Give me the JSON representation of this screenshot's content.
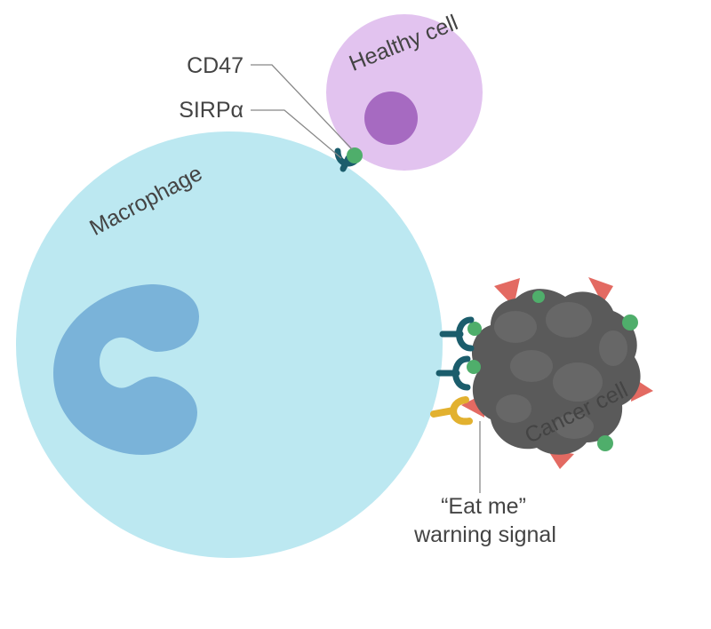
{
  "labels": {
    "healthy_cell": "Healthy cell",
    "macrophage": "Macrophage",
    "cancer_cell": "Cancer cell",
    "cd47": "CD47",
    "sirpa": "SIRPα",
    "eat_me_line1": "“Eat me”",
    "eat_me_line2": "warning signal"
  },
  "colors": {
    "macrophage": "#bce8f1",
    "macrophage_nucleus": "#7ab3d9",
    "healthy_cell": "#e2c3ef",
    "healthy_nucleus": "#a66ac1",
    "cancer_cell": "#5a5a5a",
    "receptor_dark_teal": "#1b5d6c",
    "receptor_yellow": "#e2b12f",
    "cd47_green": "#4fae6b",
    "warning_red": "#e36a62",
    "leader_line": "#888888",
    "text": "#444444"
  }
}
